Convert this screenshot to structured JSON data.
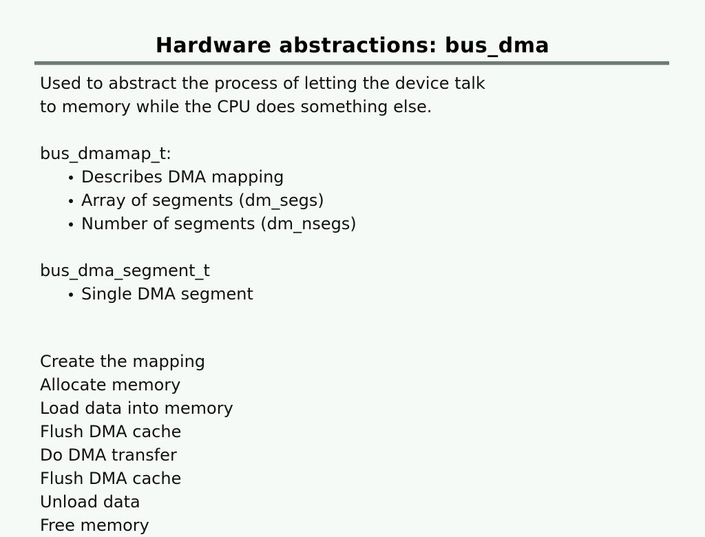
{
  "slide": {
    "title": "Hardware abstractions: bus_dma",
    "intro_lines": [
      "Used to abstract the process of letting the device talk",
      "to memory while the CPU does something else."
    ],
    "structs": [
      {
        "name": "bus_dmamap_t:",
        "bullets": [
          "Describes DMA mapping",
          "Array of segments (dm_segs)",
          "Number of segments (dm_nsegs)"
        ]
      },
      {
        "name": "bus_dma_segment_t",
        "bullets": [
          "Single DMA segment"
        ]
      }
    ],
    "steps": [
      "Create the mapping",
      "Allocate memory",
      "Load data into memory",
      "Flush DMA cache",
      "Do DMA transfer",
      "Flush DMA cache",
      "Unload data",
      "Free memory"
    ],
    "colors": {
      "background": "#f5faf7",
      "text": "#111111",
      "rule": "#6f7a72"
    }
  }
}
